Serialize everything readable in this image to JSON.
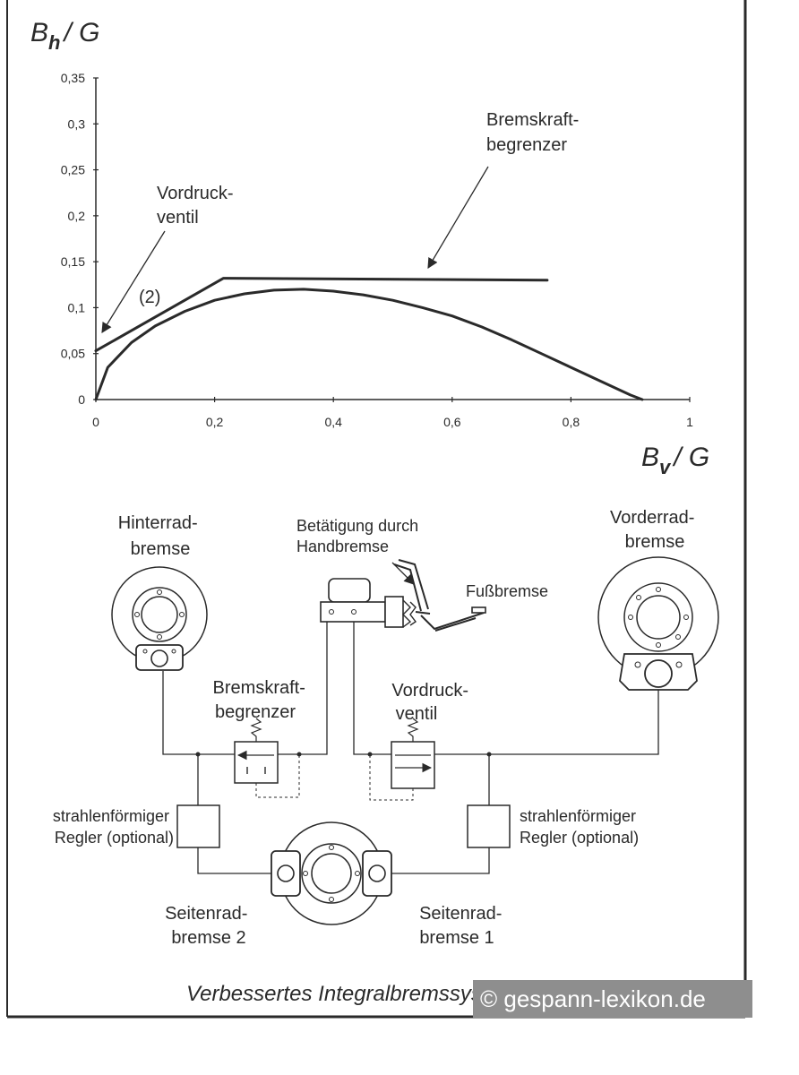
{
  "chart_data": {
    "type": "line",
    "y_axis_title": {
      "main": "B",
      "sub": "h",
      "rest": "/ G"
    },
    "x_axis_title": {
      "main": "B",
      "sub": "v",
      "rest": "/ G"
    },
    "xlim": [
      0,
      1
    ],
    "ylim": [
      0,
      0.35
    ],
    "x_ticks": [
      0,
      0.2,
      0.4,
      0.6,
      0.8,
      1
    ],
    "x_tick_labels": [
      "0",
      "0,2",
      "0,4",
      "0,6",
      "0,8",
      "1"
    ],
    "y_ticks": [
      0,
      0.05,
      0.1,
      0.15,
      0.2,
      0.25,
      0.3,
      0.35
    ],
    "y_tick_labels": [
      "0",
      "0,05",
      "0,1",
      "0,15",
      "0,2",
      "0,25",
      "0,3",
      "0,35"
    ],
    "grid": false,
    "series": [
      {
        "points": [
          [
            0,
            0.053
          ],
          [
            0.215,
            0.132
          ],
          [
            0.76,
            0.13
          ]
        ]
      },
      {
        "points": [
          [
            0,
            0
          ],
          [
            0.02,
            0.035
          ],
          [
            0.06,
            0.062
          ],
          [
            0.1,
            0.08
          ],
          [
            0.15,
            0.096
          ],
          [
            0.2,
            0.108
          ],
          [
            0.25,
            0.115
          ],
          [
            0.3,
            0.119
          ],
          [
            0.35,
            0.12
          ],
          [
            0.4,
            0.118
          ],
          [
            0.45,
            0.114
          ],
          [
            0.5,
            0.108
          ],
          [
            0.55,
            0.1
          ],
          [
            0.6,
            0.091
          ],
          [
            0.65,
            0.079
          ],
          [
            0.7,
            0.065
          ],
          [
            0.75,
            0.05
          ],
          [
            0.8,
            0.035
          ],
          [
            0.85,
            0.02
          ],
          [
            0.9,
            0.005
          ],
          [
            0.92,
            0
          ]
        ]
      }
    ],
    "annotations": [
      {
        "lines": [
          "Bremskraft-",
          "begrenzer"
        ]
      },
      {
        "lines": [
          "Vordruck-",
          "ventil"
        ]
      },
      {
        "lines": [
          "(2)"
        ]
      }
    ]
  },
  "diagram": {
    "hinterrad": [
      "Hinterrad-",
      "bremse"
    ],
    "vorderrad": [
      "Vorderrad-",
      "bremse"
    ],
    "betaetigung": [
      "Betätigung durch",
      "Handbremse"
    ],
    "fussbremse": "Fußbremse",
    "begrenzer": [
      "Bremskraft-",
      "begrenzer"
    ],
    "vordruck": [
      "Vordruck-",
      "ventil"
    ],
    "regler_left": [
      "strahlenförmiger",
      "Regler (optional)"
    ],
    "regler_right": [
      "strahlenförmiger",
      "Regler (optional)"
    ],
    "seiten2": [
      "Seitenrad-",
      "bremse 2"
    ],
    "seiten1": [
      "Seitenrad-",
      "bremse 1"
    ]
  },
  "caption": "Verbessertes Integralbremssystem",
  "watermark": "© gespann-lexikon.de",
  "colors": {
    "ink": "#2a2a2a",
    "watermark_bg": "#8e8e8e"
  }
}
